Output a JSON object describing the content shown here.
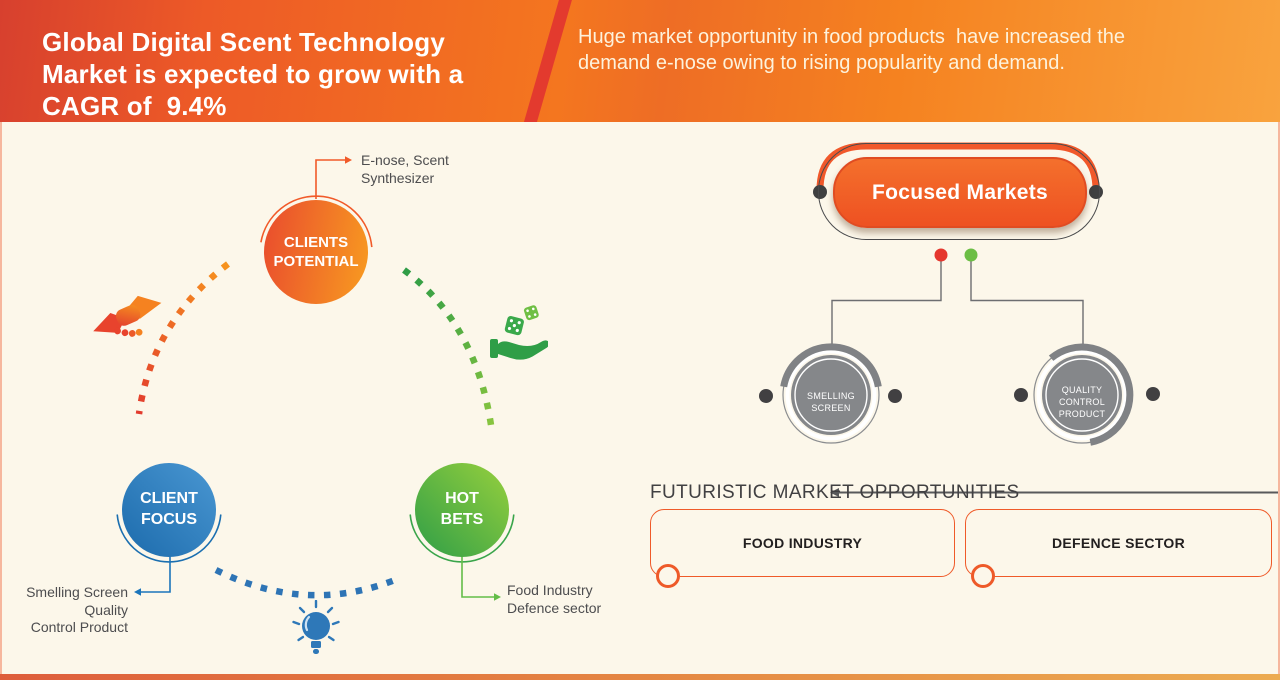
{
  "banner": {
    "title": "Global Digital Scent Technology\nMarket is expected to grow with a\nCAGR of  9.4%",
    "subtitle": "Huge market opportunity in food products  have increased the\ndemand e-nose owing to rising popularity and demand."
  },
  "cycle": {
    "nodes": [
      {
        "label": "CLIENTS\nPOTENTIAL",
        "annotation": "E-nose, Scent\nSynthesizer"
      },
      {
        "label": "CLIENT\nFOCUS",
        "annotation": "Smelling Screen\nQuality\nControl Product"
      },
      {
        "label": "HOT\nBETS",
        "annotation": "Food Industry\nDefence sector"
      }
    ],
    "icons": [
      "handshake-icon",
      "dice-hand-icon",
      "lightbulb-icon"
    ]
  },
  "focused_markets": {
    "title": "Focused Markets",
    "children": [
      {
        "label": "SMELLING SCREEN"
      },
      {
        "label": "QUALITY CONTROL\nPRODUCT"
      }
    ]
  },
  "futuristic": {
    "heading": "FUTURISTIC MARKET OPPORTUNITIES",
    "boxes": [
      {
        "label": "FOOD INDUSTRY"
      },
      {
        "label": "DEFENCE SECTOR"
      }
    ]
  },
  "colors": {
    "accent_orange": "#f15a29",
    "accent_red": "#e23b2e",
    "accent_blue": "#1b75bb",
    "accent_green": "#39b54a",
    "neutral_gray": "#85878a",
    "background_cream": "#fcf7ea"
  }
}
